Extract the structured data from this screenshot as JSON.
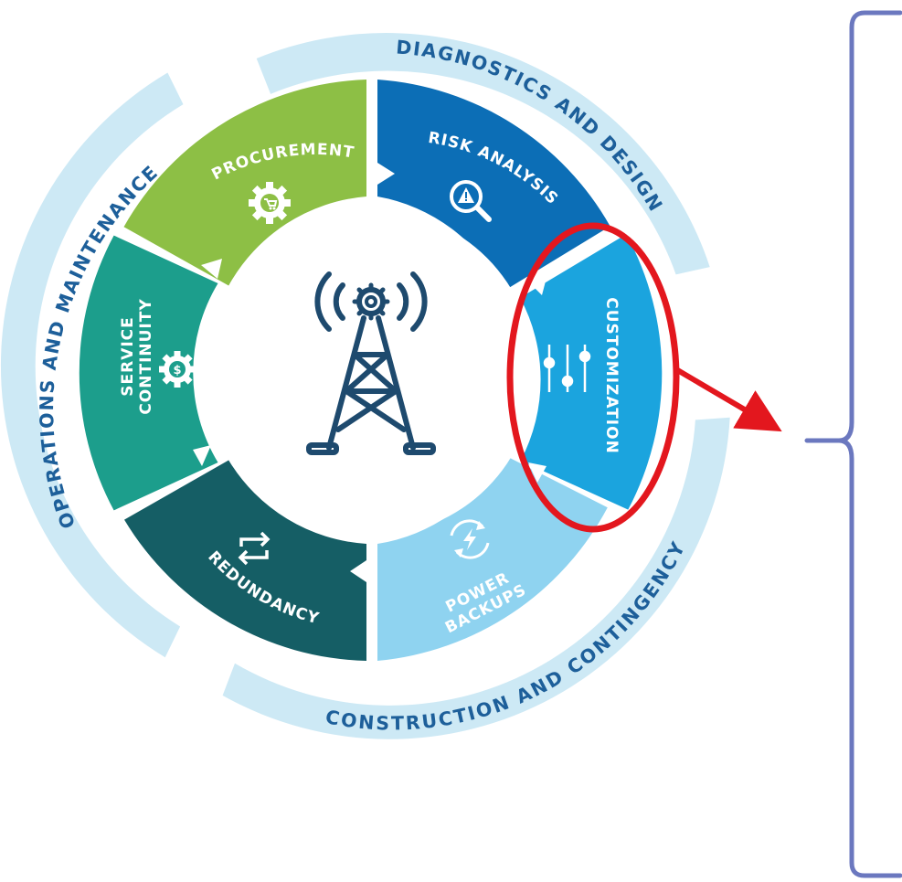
{
  "diagram": {
    "outer_ring": {
      "top": "DIAGNOSTICS AND DESIGN",
      "left": "OPERATIONS AND MAINTENANCE",
      "bottom": "CONSTRUCTION AND CONTINGENCY"
    },
    "segments": {
      "procurement": "PROCUREMENT",
      "risk_analysis": "RISK ANALYSIS",
      "customization": "CUSTOMIZATION",
      "power_backups_line1": "POWER",
      "power_backups_line2": "BACKUPS",
      "redundancy": "REDUNDANCY",
      "service_continuity_line1": "SERVICE",
      "service_continuity_line2": "CONTINUITY"
    },
    "center_icon": "cell-tower-icon",
    "highlight": "customization",
    "colors": {
      "ring_band": "#cde9f5",
      "ring_text": "#1d5f9a",
      "procurement": "#8dbf45",
      "risk_analysis": "#0c6eb6",
      "customization": "#1ba4de",
      "power_backups": "#8fd3f0",
      "redundancy": "#155e65",
      "service_continuity": "#1c9e8c",
      "tower": "#1e4a6e",
      "highlight": "#e3171e",
      "bracket": "#6b78bf"
    }
  }
}
